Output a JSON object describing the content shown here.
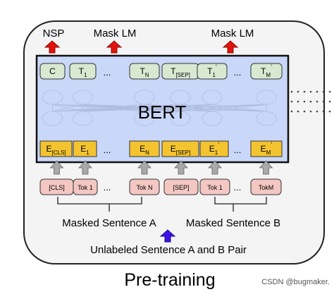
{
  "outputs": {
    "nsp": "NSP",
    "mask_lm_1": "Mask LM",
    "mask_lm_2": "Mask LM"
  },
  "model_name": "BERT",
  "top_tokens": [
    {
      "base": "C",
      "sub": "",
      "sup": ""
    },
    {
      "base": "T",
      "sub": "1",
      "sup": ""
    },
    {
      "base": "T",
      "sub": "N",
      "sup": ""
    },
    {
      "base": "T",
      "sub": "[SEP]",
      "sup": ""
    },
    {
      "base": "T",
      "sub": "1",
      "sup": "’"
    },
    {
      "base": "T",
      "sub": "M",
      "sup": "’"
    }
  ],
  "embeddings": [
    {
      "base": "E",
      "sub": "[CLS]",
      "sup": ""
    },
    {
      "base": "E",
      "sub": "1",
      "sup": ""
    },
    {
      "base": "E",
      "sub": "N",
      "sup": ""
    },
    {
      "base": "E",
      "sub": "[SEP]",
      "sup": ""
    },
    {
      "base": "E",
      "sub": "1",
      "sup": "’"
    },
    {
      "base": "E",
      "sub": "M",
      "sup": "’"
    }
  ],
  "input_tokens": [
    "[CLS]",
    "Tok 1",
    "Tok N",
    "[SEP]",
    "Tok 1",
    "TokM"
  ],
  "ellipsis": "...",
  "sentence_a": "Masked Sentence A",
  "sentence_b": "Masked Sentence B",
  "corpus_label": "Unlabeled Sentence A and B Pair",
  "caption": "Pre-training",
  "watermark": "CSDN @bugmaker.",
  "colors": {
    "panel_fill": "#f4f4f4",
    "bert_fill": "#c9d7f8",
    "output_box": "#d7ead1",
    "embed_box": "#f4c430",
    "input_box": "#f4c7c3",
    "red_arrow": "#e3120b",
    "blue_arrow": "#3b13e6",
    "gray_arrow": "#a9a9a9"
  }
}
